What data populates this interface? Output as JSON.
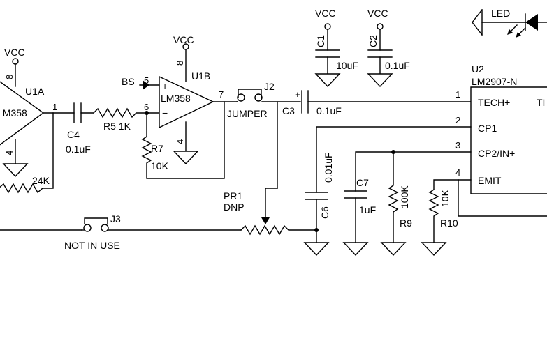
{
  "labels": {
    "vcc_u1a": "VCC",
    "vcc_u1b": "VCC",
    "vcc_c1": "VCC",
    "vcc_c2": "VCC",
    "u1a_ref": "U1A",
    "u1a_part": "LM358",
    "u1a_pin8": "8",
    "u1a_pin4": "4",
    "u1a_pin1": "1",
    "r_fb": "24K",
    "c4_ref": "C4",
    "c4_val": "0.1uF",
    "r5": "R5 1K",
    "u1b_ref": "U1B",
    "u1b_part": "LM358",
    "u1b_pin8": "8",
    "u1b_pin5": "5",
    "u1b_pin6": "6",
    "u1b_pin7": "7",
    "u1b_pin4": "4",
    "plus": "+",
    "minus": "−",
    "bs": "BS",
    "r7_ref": "R7",
    "r7_val": "10K",
    "j2_ref": "J2",
    "j2_label": "JUMPER",
    "c3_ref": "C3",
    "c3_val": "0.1uF",
    "c3_plus": "+",
    "c1_ref": "C1",
    "c1_val": "10uF",
    "c2_ref": "C2",
    "c2_val": "0.1uF",
    "led": "LED",
    "u2_ref": "U2",
    "u2_part": "LM2907-N",
    "u2_pin1": "1",
    "u2_pin2": "2",
    "u2_pin3": "3",
    "u2_pin4": "4",
    "u2_tech": "TECH+",
    "u2_cp1": "CP1",
    "u2_cp2": "CP2/IN+",
    "u2_emit": "EMIT",
    "u2_cut": "TI",
    "pr1_ref": "PR1",
    "pr1_val": "DNP",
    "j3_ref": "J3",
    "j3_label": "NOT IN USE",
    "c6_ref": "C6",
    "c6_val": "0.01uF",
    "c7_ref": "C7",
    "c7_val": "1uF",
    "r9_ref": "R9",
    "r9_val": "100K",
    "r10_ref": "R10",
    "r10_val": "10K"
  }
}
